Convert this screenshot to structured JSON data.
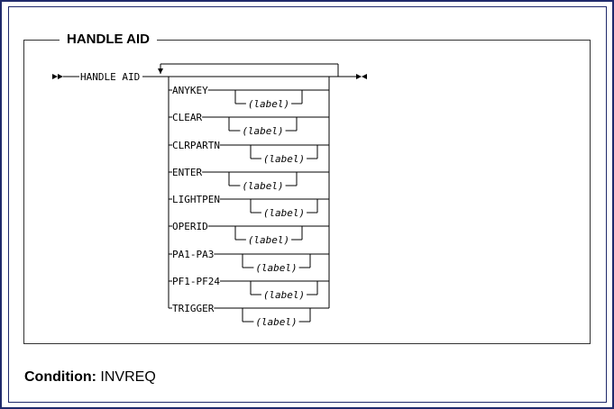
{
  "title": "HANDLE AID",
  "diagram": {
    "command": "HANDLE AID",
    "options": [
      "ANYKEY",
      "CLEAR",
      "CLRPARTN",
      "ENTER",
      "LIGHTPEN",
      "OPERID",
      "PA1-PA3",
      "PF1-PF24",
      "TRIGGER"
    ],
    "optional_arg": "(label)"
  },
  "condition": {
    "label": "Condition:",
    "value": "INVREQ"
  }
}
